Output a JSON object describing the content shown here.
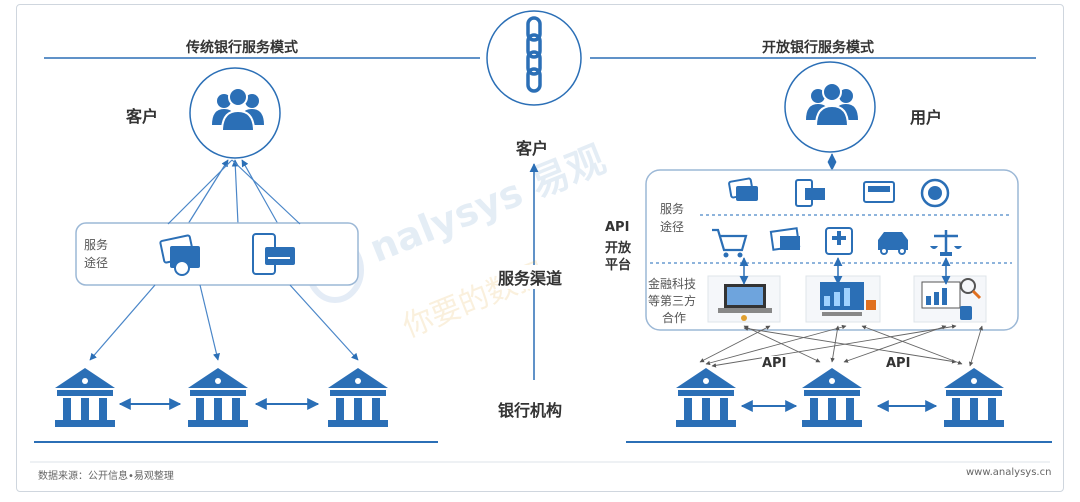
{
  "left": {
    "title": "传统银行服务模式",
    "customer": "客户",
    "service_label_1": "服务",
    "service_label_2": "途径"
  },
  "middle": {
    "customer": "客户",
    "channel": "服务渠道",
    "bank": "银行机构"
  },
  "right": {
    "title": "开放银行服务模式",
    "user": "用户",
    "api_label_1": "API",
    "api_label_2": "开放",
    "api_label_3": "平台",
    "service_label_1": "服务",
    "service_label_2": "途径",
    "fintech_1": "金融科技",
    "fintech_2": "等第三方",
    "fintech_3": "合作",
    "api_left": "API",
    "api_right": "API"
  },
  "watermark": {
    "brand": "nalysys 易观",
    "slogan": "你要的数据"
  },
  "footer": {
    "source": "数据来源：公开信息•易观整理",
    "url": "www.analysys.cn"
  },
  "colors": {
    "primary": "#2b6fb6",
    "accent_blue": "#3a7fd5",
    "line": "#4a86c8",
    "panel_border": "#9cb8d6"
  }
}
